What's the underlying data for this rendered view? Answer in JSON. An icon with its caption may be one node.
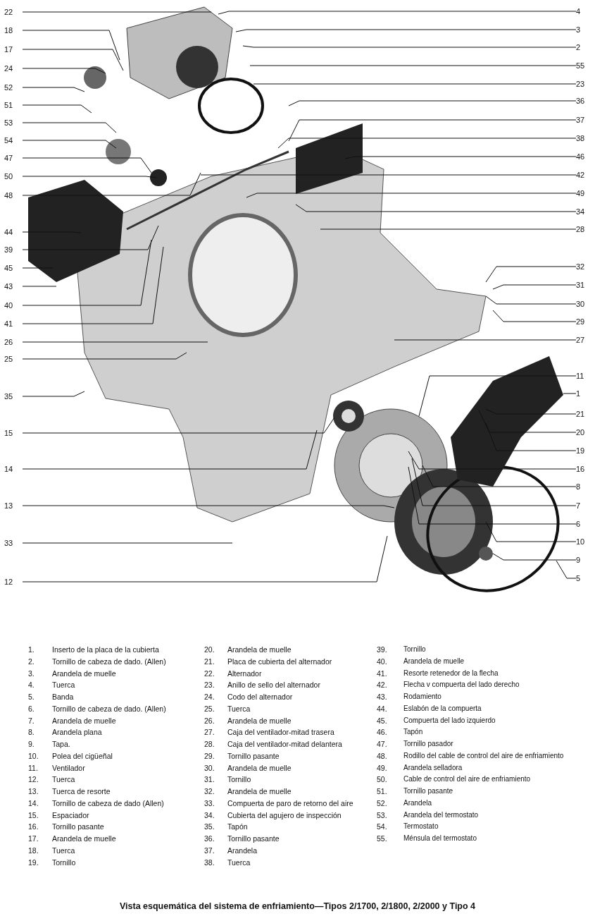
{
  "diagram": {
    "caption": "Vista esquemática del sistema de enfriamiento—Tipos 2/1700, 2/1800, 2/2000 y Tipo 4",
    "nodes": [
      {
        "text": [
          "22"
        ]
      },
      {
        "text": [
          "18"
        ]
      },
      {
        "text": [
          "17"
        ]
      },
      {
        "text": [
          "24"
        ]
      },
      {
        "text": [
          "52"
        ]
      },
      {
        "text": [
          "51"
        ]
      },
      {
        "text": [
          "53"
        ]
      },
      {
        "text": [
          "54"
        ]
      },
      {
        "text": [
          "47"
        ]
      },
      {
        "text": [
          "50"
        ]
      },
      {
        "text": [
          "48"
        ]
      },
      {
        "text": [
          "44"
        ]
      },
      {
        "text": [
          "39"
        ]
      },
      {
        "text": [
          "45"
        ]
      },
      {
        "text": [
          "43"
        ]
      },
      {
        "text": [
          "40"
        ]
      },
      {
        "text": [
          "41"
        ]
      },
      {
        "text": [
          "26"
        ]
      },
      {
        "text": [
          "25"
        ]
      },
      {
        "text": [
          "35"
        ]
      },
      {
        "text": [
          "15"
        ]
      },
      {
        "text": [
          "14"
        ]
      },
      {
        "text": [
          "13"
        ]
      },
      {
        "text": [
          "33"
        ]
      },
      {
        "text": [
          "12"
        ]
      },
      {
        "text": [
          "4"
        ]
      },
      {
        "text": [
          "3"
        ]
      },
      {
        "text": [
          "2"
        ]
      },
      {
        "text": [
          "55"
        ]
      },
      {
        "text": [
          "23"
        ]
      },
      {
        "text": [
          "36"
        ]
      },
      {
        "text": [
          "37"
        ]
      },
      {
        "text": [
          "38"
        ]
      },
      {
        "text": [
          "46"
        ]
      },
      {
        "text": [
          "42"
        ]
      },
      {
        "text": [
          "49"
        ]
      },
      {
        "text": [
          "34"
        ]
      },
      {
        "text": [
          "28"
        ]
      },
      {
        "text": [
          "32"
        ]
      },
      {
        "text": [
          "31"
        ]
      },
      {
        "text": [
          "30"
        ]
      },
      {
        "text": [
          "29"
        ]
      },
      {
        "text": [
          "27"
        ]
      },
      {
        "text": [
          "11"
        ]
      },
      {
        "text": [
          "1"
        ]
      },
      {
        "text": [
          "21"
        ]
      },
      {
        "text": [
          "20"
        ]
      },
      {
        "text": [
          "19"
        ]
      },
      {
        "text": [
          "16"
        ]
      },
      {
        "text": [
          "8"
        ]
      },
      {
        "text": [
          "7"
        ]
      },
      {
        "text": [
          "6"
        ]
      },
      {
        "text": [
          "10"
        ]
      },
      {
        "text": [
          "9"
        ]
      },
      {
        "text": [
          "5"
        ]
      }
    ],
    "edges": [
      {
        "from": 0,
        "to": null,
        "arrow": "none"
      },
      {
        "from": 1,
        "to": null,
        "arrow": "none"
      },
      {
        "from": 2,
        "to": null,
        "arrow": "none"
      },
      {
        "from": 3,
        "to": null,
        "arrow": "none"
      },
      {
        "from": 4,
        "to": null,
        "arrow": "none"
      },
      {
        "from": 5,
        "to": null,
        "arrow": "none"
      },
      {
        "from": 6,
        "to": null,
        "arrow": "none"
      },
      {
        "from": 7,
        "to": null,
        "arrow": "none"
      },
      {
        "from": 8,
        "to": null,
        "arrow": "none"
      },
      {
        "from": 9,
        "to": null,
        "arrow": "none"
      },
      {
        "from": 10,
        "to": null,
        "arrow": "none"
      },
      {
        "from": 11,
        "to": null,
        "arrow": "none"
      },
      {
        "from": 12,
        "to": null,
        "arrow": "none"
      },
      {
        "from": 13,
        "to": null,
        "arrow": "none"
      },
      {
        "from": 14,
        "to": null,
        "arrow": "none"
      },
      {
        "from": 15,
        "to": null,
        "arrow": "none"
      },
      {
        "from": 16,
        "to": null,
        "arrow": "none"
      },
      {
        "from": 17,
        "to": null,
        "arrow": "none"
      },
      {
        "from": 18,
        "to": null,
        "arrow": "none"
      },
      {
        "from": 19,
        "to": null,
        "arrow": "none"
      },
      {
        "from": 20,
        "to": null,
        "arrow": "none"
      },
      {
        "from": 21,
        "to": null,
        "arrow": "none"
      },
      {
        "from": 22,
        "to": null,
        "arrow": "none"
      },
      {
        "from": 23,
        "to": null,
        "arrow": "none"
      },
      {
        "from": 24,
        "to": null,
        "arrow": "none"
      },
      {
        "from": 25,
        "to": null,
        "arrow": "none"
      },
      {
        "from": 26,
        "to": null,
        "arrow": "none"
      },
      {
        "from": 27,
        "to": null,
        "arrow": "none"
      },
      {
        "from": 28,
        "to": null,
        "arrow": "none"
      },
      {
        "from": 29,
        "to": null,
        "arrow": "none"
      },
      {
        "from": 30,
        "to": null,
        "arrow": "none"
      },
      {
        "from": 31,
        "to": null,
        "arrow": "none"
      },
      {
        "from": 32,
        "to": null,
        "arrow": "none"
      },
      {
        "from": 33,
        "to": null,
        "arrow": "none"
      },
      {
        "from": 34,
        "to": null,
        "arrow": "none"
      },
      {
        "from": 35,
        "to": null,
        "arrow": "none"
      },
      {
        "from": 36,
        "to": null,
        "arrow": "none"
      },
      {
        "from": 37,
        "to": null,
        "arrow": "none"
      },
      {
        "from": 38,
        "to": null,
        "arrow": "none"
      },
      {
        "from": 39,
        "to": null,
        "arrow": "none"
      },
      {
        "from": 40,
        "to": null,
        "arrow": "none"
      },
      {
        "from": 41,
        "to": null,
        "arrow": "none"
      },
      {
        "from": 42,
        "to": null,
        "arrow": "none"
      },
      {
        "from": 43,
        "to": null,
        "arrow": "none"
      },
      {
        "from": 44,
        "to": null,
        "arrow": "none"
      },
      {
        "from": 45,
        "to": null,
        "arrow": "none"
      },
      {
        "from": 46,
        "to": null,
        "arrow": "none"
      },
      {
        "from": 47,
        "to": null,
        "arrow": "none"
      },
      {
        "from": 48,
        "to": null,
        "arrow": "none"
      },
      {
        "from": 49,
        "to": null,
        "arrow": "none"
      },
      {
        "from": 50,
        "to": null,
        "arrow": "none"
      },
      {
        "from": 51,
        "to": null,
        "arrow": "none"
      },
      {
        "from": 52,
        "to": null,
        "arrow": "none"
      },
      {
        "from": 53,
        "to": null,
        "arrow": "none"
      },
      {
        "from": 54,
        "to": null,
        "arrow": "none"
      }
    ],
    "labels": [
      "1.",
      "Inserto de la placa de la cubierta",
      "20.",
      "Arandela de muelle",
      "39.",
      "Tornillo",
      "2.",
      "Tornillo de cabeza de dado. (Allen)",
      "21.",
      "Placa de cubierta del alternador",
      "40.",
      "Arandela de muelle",
      "3.",
      "Arandela de muelle",
      "22.",
      "Alternador",
      "41.",
      "Resorte retenedor de la flecha",
      "4.",
      "Tuerca",
      "23.",
      "Anillo de sello del alternador",
      "42.",
      "Flecha v compuerta del lado derecho",
      "5.",
      "Banda",
      "24.",
      "Codo del alternador",
      "43.",
      "Rodamiento",
      "6.",
      "Tornillo de cabeza de dado. (Allen)",
      "25.",
      "Tuerca",
      "44.",
      "Eslabón de la compuerta",
      "7.",
      "Arandela de muelle",
      "26.",
      "Arandela de muelle",
      "45.",
      "Compuerta del lado izquierdo",
      "8.",
      "Arandela plana",
      "27.",
      "Caja del ventilador-mitad trasera",
      "46.",
      "Tapón",
      "9.",
      "Tapa.",
      "28.",
      "Caja del ventilador-mitad delantera",
      "47.",
      "Tornillo pasador",
      "10.",
      "Polea del cigüeñal",
      "29.",
      "Tornillo pasante",
      "48.",
      "Rodillo del cable de control del aire de enfriamiento",
      "11.",
      "Ventilador",
      "30.",
      "Arandela de muelle",
      "49.",
      "Arandela selladora",
      "12.",
      "Tuerca",
      "31.",
      "Tornillo",
      "50.",
      "Cable de control del aire de enfriamiento",
      "13.",
      "Tuerca de resorte",
      "32.",
      "Arandela de muelle",
      "51.",
      "Tornillo pasante",
      "14.",
      "Tornillo de cabeza de dado (Allen)",
      "33.",
      "Compuerta de paro de retorno del aire",
      "52.",
      "Arandela",
      "15.",
      "Espaciador",
      "34.",
      "Cubierta del agujero de inspección",
      "53.",
      "Arandela del termostato",
      "16.",
      "Tornillo pasante",
      "35.",
      "Tapón",
      "54.",
      "Termostato",
      "17.",
      "Arandela de muelle",
      "36.",
      "Tornillo pasante",
      "55.",
      "Ménsula del termostato",
      "18.",
      "Tuerca",
      "37.",
      "Arandela",
      "19.",
      "Tornillo",
      "38.",
      "Tuerca"
    ]
  }
}
